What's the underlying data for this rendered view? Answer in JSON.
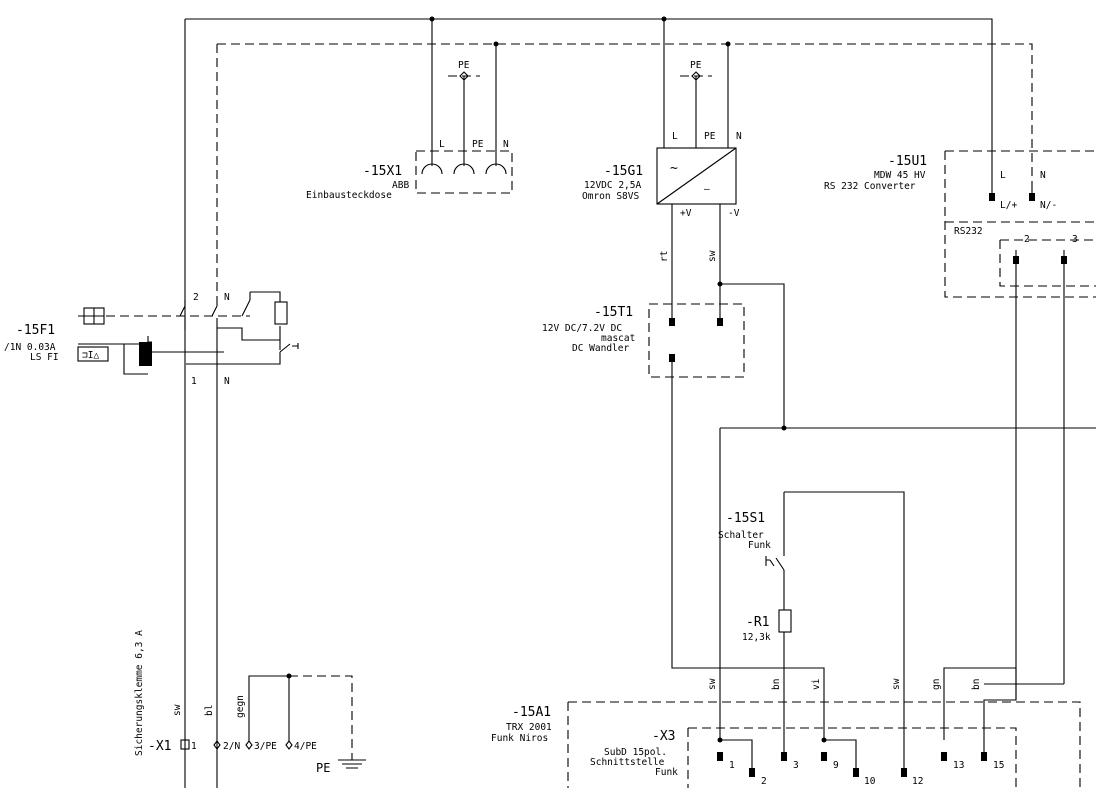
{
  "f1": {
    "tag": "-15F1",
    "line1": "/1N 0.03A",
    "line2": "LS FI",
    "t_top_a": "2",
    "t_top_b": "N",
    "t_bot_a": "1",
    "t_bot_b": "N"
  },
  "x1top": {
    "tag": "-15X1",
    "line1": "ABB",
    "line2": "Einbausteckdose",
    "pe": "PE",
    "l": "L",
    "pe2": "PE",
    "n": "N"
  },
  "g1": {
    "tag": "-15G1",
    "line1": "12VDC 2,5A",
    "line2": "Omron S8VS",
    "pe": "PE",
    "l": "L",
    "pe2": "PE",
    "n": "N",
    "plus": "+V",
    "minus": "-V",
    "wire_left": "rt",
    "wire_right": "sw",
    "ac": "~",
    "dc": "—"
  },
  "u1": {
    "tag": "-15U1",
    "line1": "MDW 45 HV",
    "line2": "RS 232 Converter",
    "l": "L",
    "n": "N",
    "lp": "L/+",
    "nm": "N/-",
    "rs": "RS232",
    "p2": "2",
    "p3": "3"
  },
  "t1": {
    "tag": "-15T1",
    "line1": "12V DC/7.2V DC",
    "line2": "mascat",
    "line3": "DC Wandler"
  },
  "s1": {
    "tag": "-15S1",
    "line1": "Schalter",
    "line2": "Funk"
  },
  "r1": {
    "tag": "-R1",
    "value": "12,3k"
  },
  "a1": {
    "tag": "-15A1",
    "line1": "TRX 2001",
    "line2": "Funk Niros"
  },
  "x3": {
    "tag": "-X3",
    "line1": "SubD 15pol.",
    "line2": "Schnittstelle",
    "line3": "Funk",
    "wires": [
      "sw",
      "bn",
      "vi",
      "sw",
      "gn",
      "bn"
    ],
    "pins": [
      "1",
      "2",
      "3",
      "9",
      "10",
      "12",
      "13",
      "15"
    ]
  },
  "x1": {
    "tag": "-X1",
    "vertical": "Sicherungsklemme 6,3 A",
    "sw": "sw",
    "bl": "bl",
    "gegn": "gegn",
    "terms": [
      "1",
      "2/N",
      "3/PE",
      "4/PE"
    ],
    "pe": "PE"
  }
}
